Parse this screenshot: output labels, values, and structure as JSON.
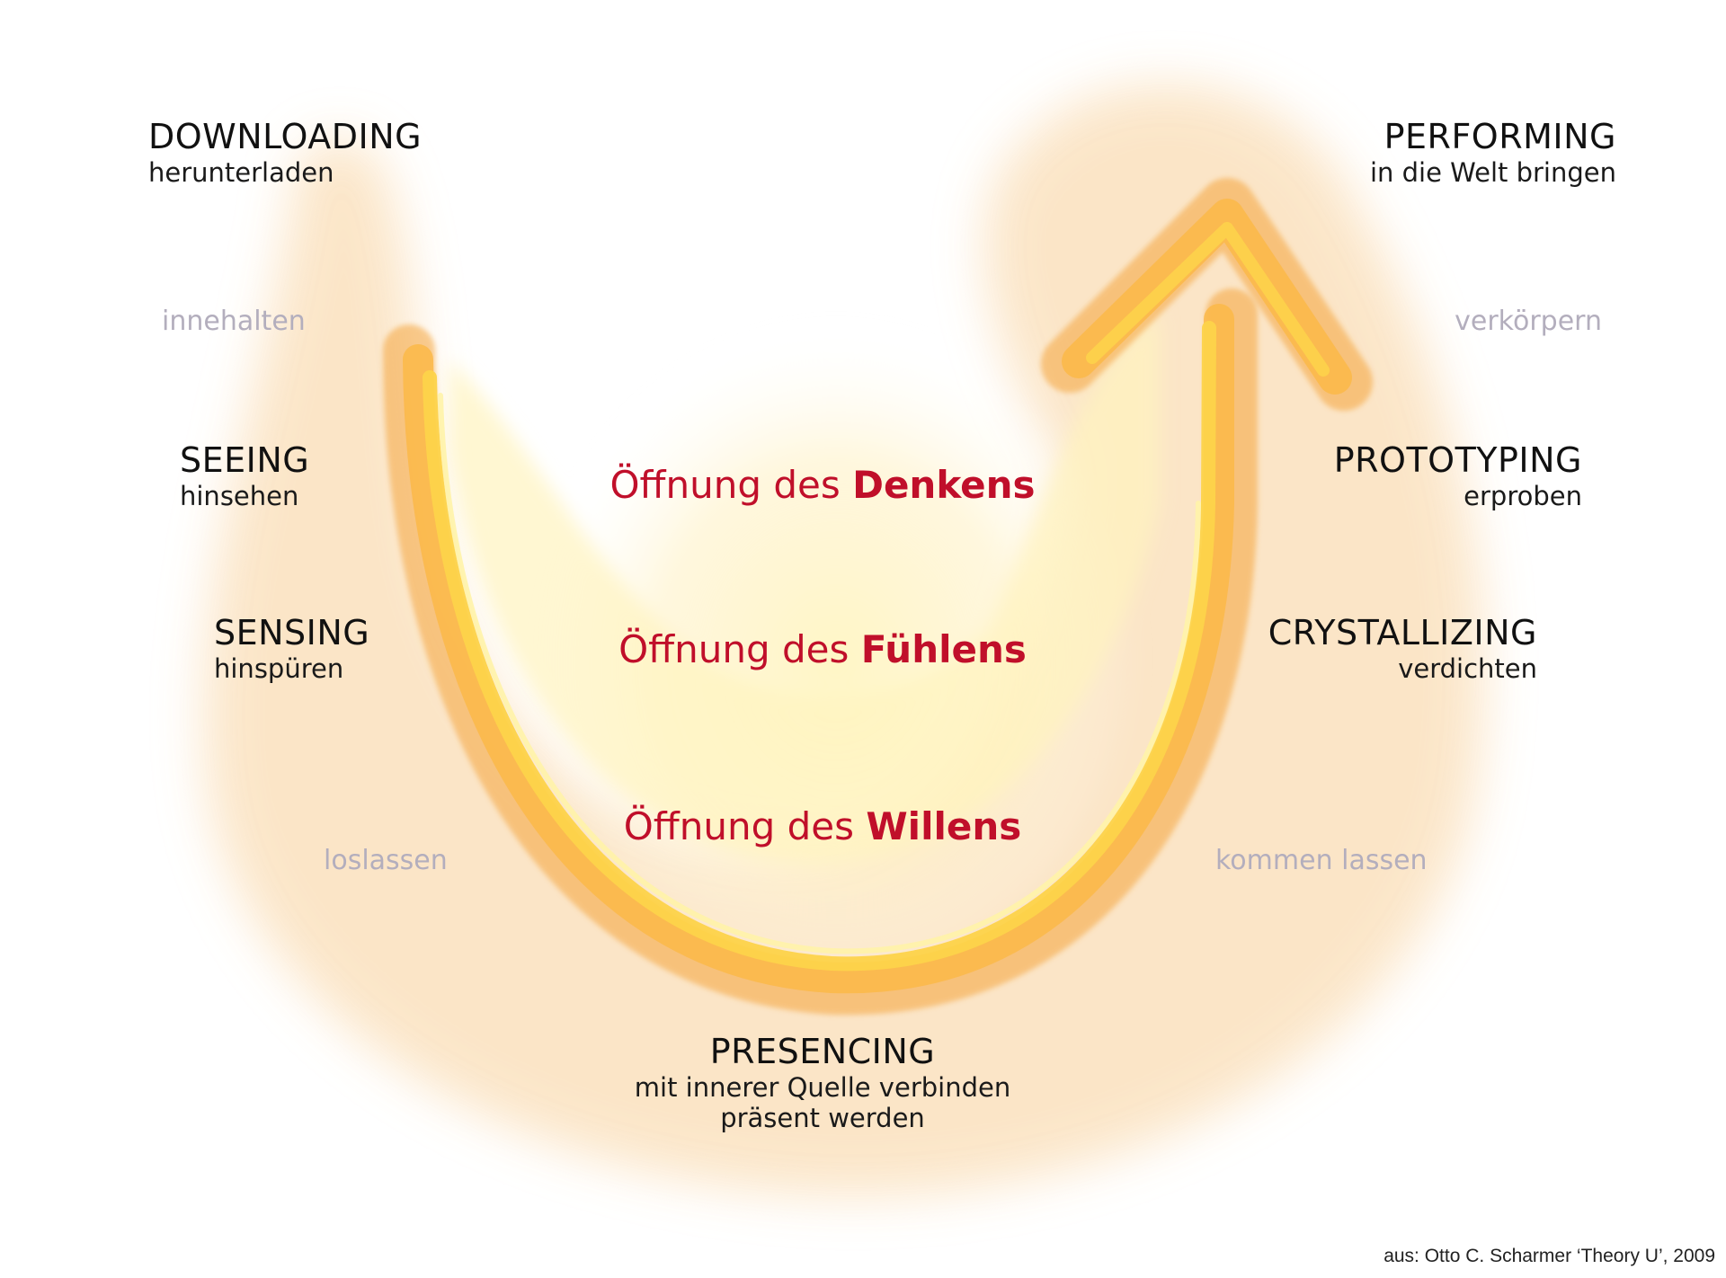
{
  "stages": {
    "downloading": {
      "title": "DOWNLOADING",
      "subtitle": "herunterladen"
    },
    "seeing": {
      "title": "SEEING",
      "subtitle": "hinsehen"
    },
    "sensing": {
      "title": "SENSING",
      "subtitle": "hinspüren"
    },
    "presencing": {
      "title": "PRESENCING",
      "subtitle": "mit innerer Quelle verbinden",
      "subtitle2": "präsent werden"
    },
    "crystallizing": {
      "title": "CRYSTALLIZING",
      "subtitle": "verdichten"
    },
    "prototyping": {
      "title": "PROTOTYPING",
      "subtitle": "erproben"
    },
    "performing": {
      "title": "PERFORMING",
      "subtitle": "in die Welt bringen"
    }
  },
  "transitions": {
    "innehalten": "innehalten",
    "loslassen": "loslassen",
    "kommen_lassen": "kommen lassen",
    "verkoerpern": "verkörpern"
  },
  "openings": [
    {
      "prefix": "Öffnung des ",
      "emphasis": "Denkens"
    },
    {
      "prefix": "Öffnung des ",
      "emphasis": "Fühlens"
    },
    {
      "prefix": "Öffnung des ",
      "emphasis": "Willens"
    }
  ],
  "source": "aus: Otto C. Scharmer ‘Theory U’, 2009",
  "colors": {
    "title_text": "#111111",
    "opening_text": "#c00f2a",
    "transition_text": "#b3aebd",
    "wash": "#fbe3c2",
    "stroke_outer": "#f4a53c",
    "stroke_inner": "#fdd34a"
  }
}
